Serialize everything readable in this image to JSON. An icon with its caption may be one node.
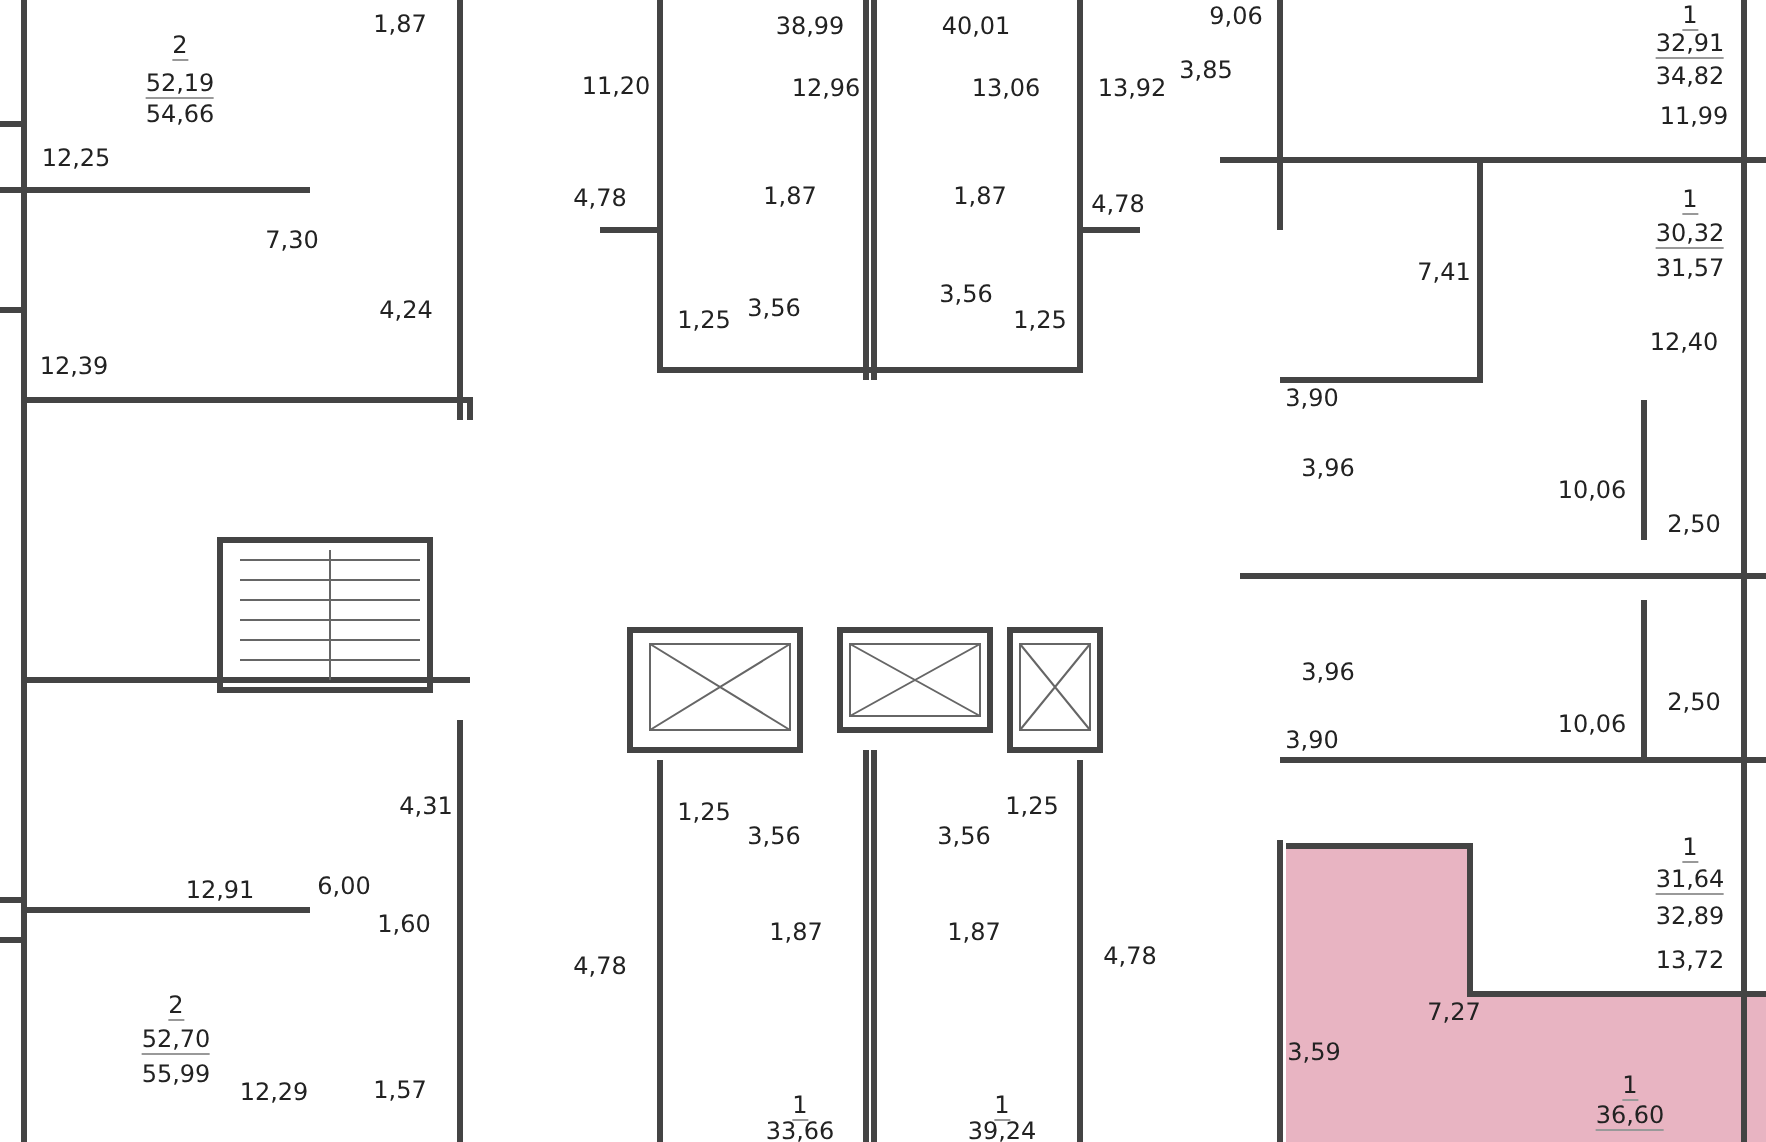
{
  "diagram": {
    "labels": [
      "1,87",
      "2",
      "52,19",
      "54,66",
      "38,99",
      "40,01",
      "9,06",
      "3,85",
      "1",
      "32,91",
      "34,82",
      "11,20",
      "12,96",
      "13,06",
      "13,92",
      "11,99",
      "12,25",
      "4,78",
      "1,87",
      "1,87",
      "4,78",
      "1",
      "30,32",
      "31,57",
      "7,30",
      "7,41",
      "4,24",
      "1,25",
      "3,56",
      "3,56",
      "1,25",
      "12,39",
      "12,40",
      "3,90",
      "3,96",
      "10,06",
      "2,50",
      "3,96",
      "2,50",
      "3,90",
      "10,06",
      "4,31",
      "1,25",
      "3,56",
      "3,56",
      "1,25",
      "1",
      "31,64",
      "32,89",
      "12,91",
      "6,00",
      "1,60",
      "1,87",
      "1,87",
      "4,78",
      "4,78",
      "13,72",
      "2",
      "52,70",
      "55,99",
      "7,27",
      "12,29",
      "1,57",
      "3,59",
      "1",
      "33,66",
      "1",
      "39,24",
      "1",
      "36,60"
    ]
  }
}
